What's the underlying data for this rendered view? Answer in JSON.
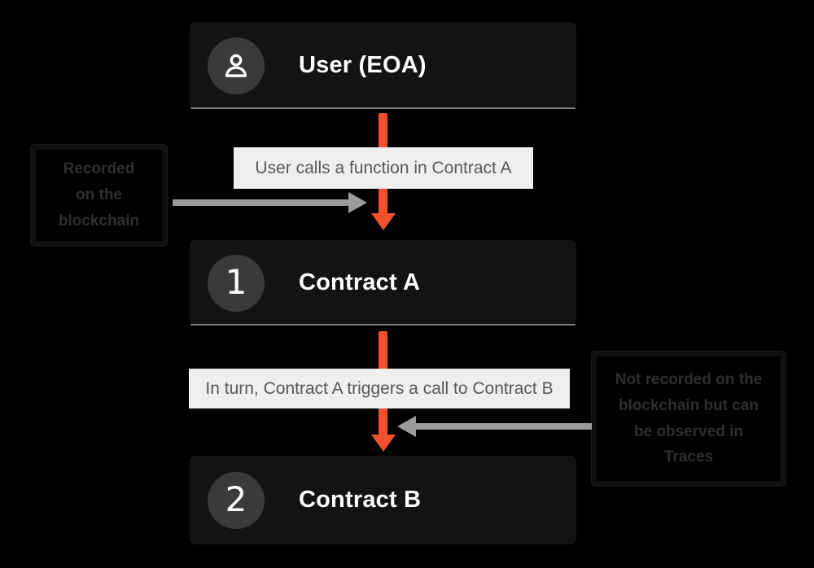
{
  "nodes": {
    "user": {
      "title": "User (EOA)",
      "icon": "user-icon"
    },
    "contract_a": {
      "title": "Contract A",
      "number": "1"
    },
    "contract_b": {
      "title": "Contract B",
      "number": "2"
    }
  },
  "labels": {
    "call1": "User calls a function in Contract A",
    "call2": "In turn, Contract A triggers a call to Contract B"
  },
  "notes": {
    "left": "Recorded\non the\nblockchain",
    "right": "Not recorded on the\nblockchain but can\nbe observed in\nTraces"
  },
  "colors": {
    "background": "#000000",
    "node_background": "#131313",
    "node_underline": "#7d7d7d",
    "badge_background": "#3a3a3a",
    "node_text": "#ffffff",
    "accent_arrow": "#f4502d",
    "gray_arrow": "#9b9b9b",
    "call_label_background": "#efefef",
    "call_label_text": "#585858",
    "note_text": "#2e2e2e"
  }
}
